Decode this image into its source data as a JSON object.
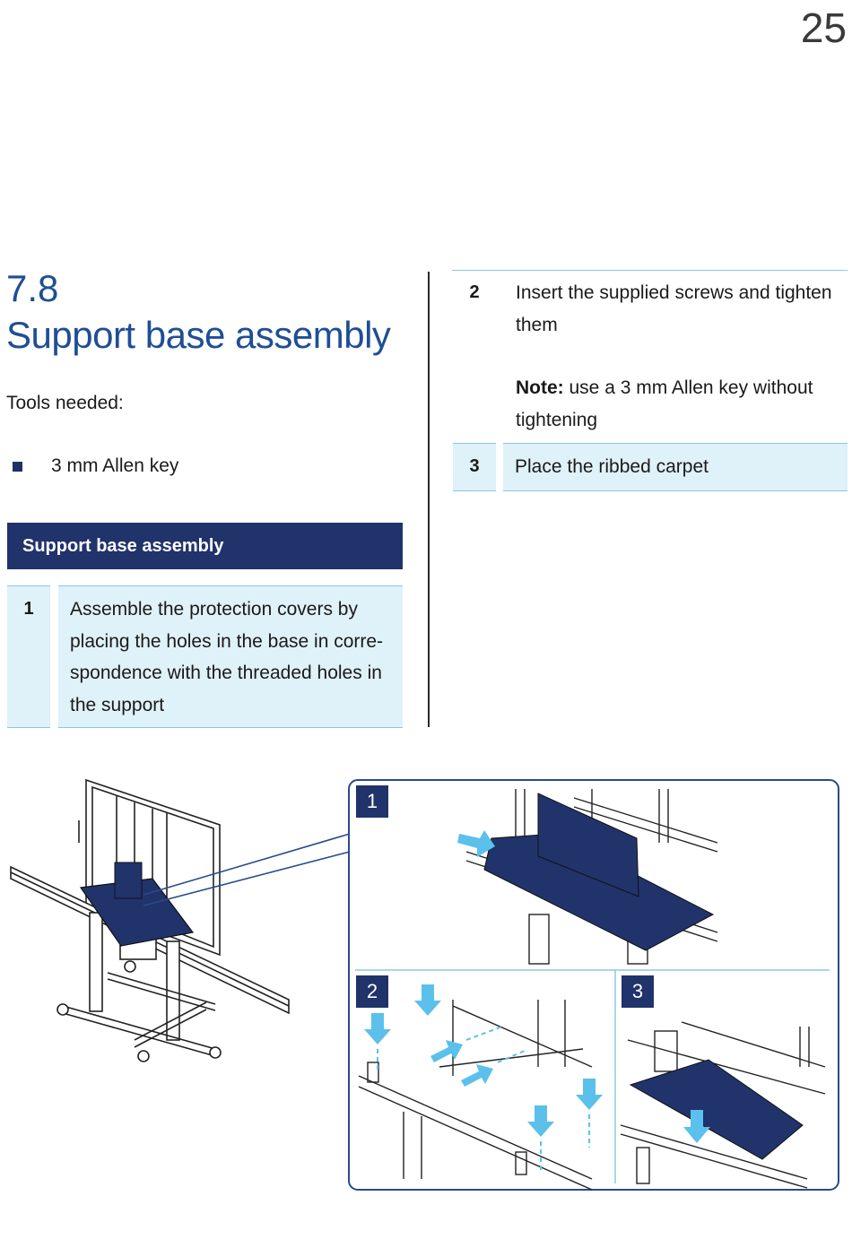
{
  "page": {
    "number": "25"
  },
  "section": {
    "number": "7.8",
    "title": "Support base assembly",
    "tools_label": "Tools needed:",
    "tools": [
      "3 mm Allen key"
    ]
  },
  "procedure": {
    "header": "Support base assembly",
    "steps": [
      {
        "num": "1",
        "text": "Assemble the protection covers by placing the holes in the base in corre-spondence with the threaded holes in the support"
      },
      {
        "num": "2",
        "text": "Insert the supplied screws and tighten them",
        "note_label": "Note:",
        "note_text": " use a 3 mm Allen key without tightening"
      },
      {
        "num": "3",
        "text": "Place the ribbed carpet"
      }
    ]
  },
  "illustration": {
    "detail_labels": [
      "1",
      "2",
      "3"
    ],
    "colors": {
      "accent": "#21336b",
      "arrow": "#5bc0eb",
      "frame": "#2a4a8a",
      "table": "#dff1f9"
    }
  }
}
